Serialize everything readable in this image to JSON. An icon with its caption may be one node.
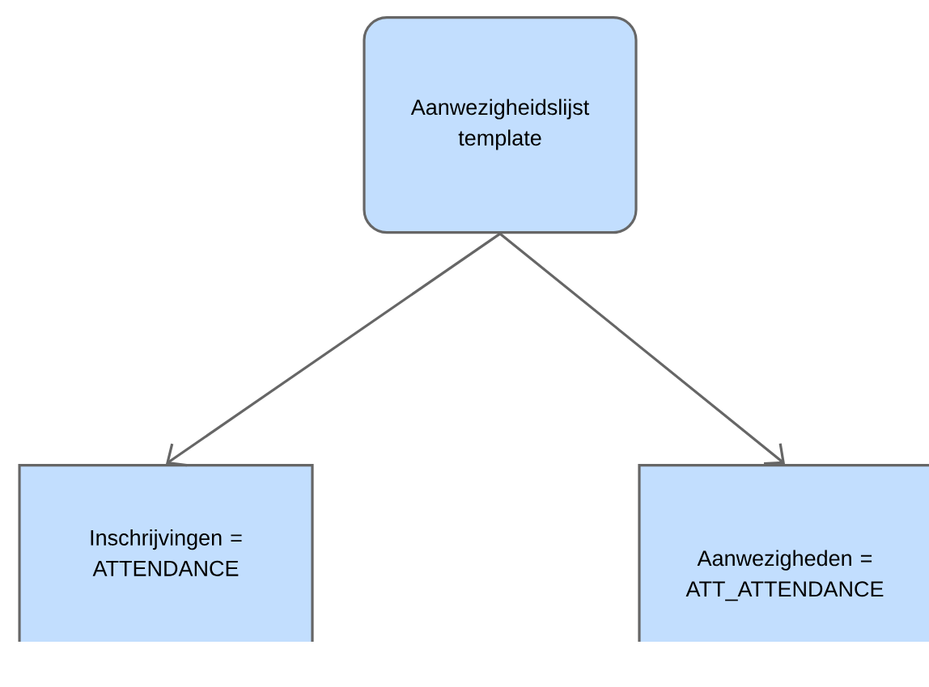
{
  "diagram": {
    "nodes": [
      {
        "text": [
          "Aanwezigheidslijst template"
        ]
      },
      {
        "text": [
          "Inschrijvingen = ATTENDANCE"
        ]
      },
      {
        "text": [
          "Aanwezigheden = ATT_ATTENDANCE"
        ]
      }
    ],
    "edges": [
      {
        "from": 0,
        "to": 1,
        "arrow": "to"
      },
      {
        "from": 0,
        "to": 2,
        "arrow": "to"
      }
    ]
  }
}
